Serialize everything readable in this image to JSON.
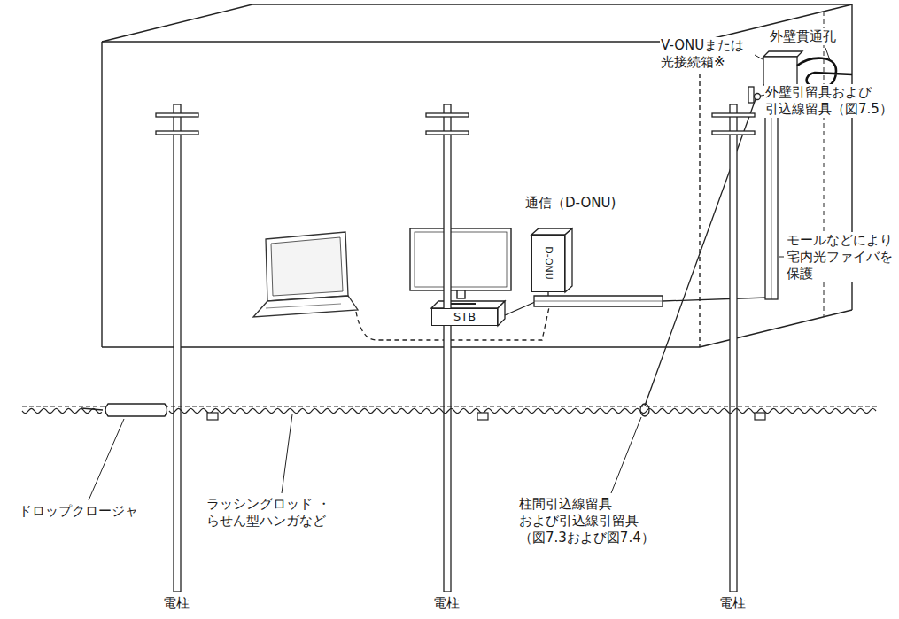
{
  "diagram": {
    "nodes": [
      {
        "text": [
          "D-ONU"
        ]
      },
      {
        "text": [
          "STB"
        ]
      }
    ],
    "labels": [
      "外壁貫通孔",
      "V-ONUまたは 光接続箱※",
      "外壁引留具および 引込線留具（図7.5）",
      "通信（D-ONU)",
      "モールなどにより 宅内光ファイバを 保護",
      "ドロップクロージャ",
      "ラッシングロッド ・らせん型ハンガなど",
      "柱間引込線留具 および引込線引留具 （図7.3および図7.4）",
      "電柱",
      "電柱",
      "電柱"
    ]
  }
}
